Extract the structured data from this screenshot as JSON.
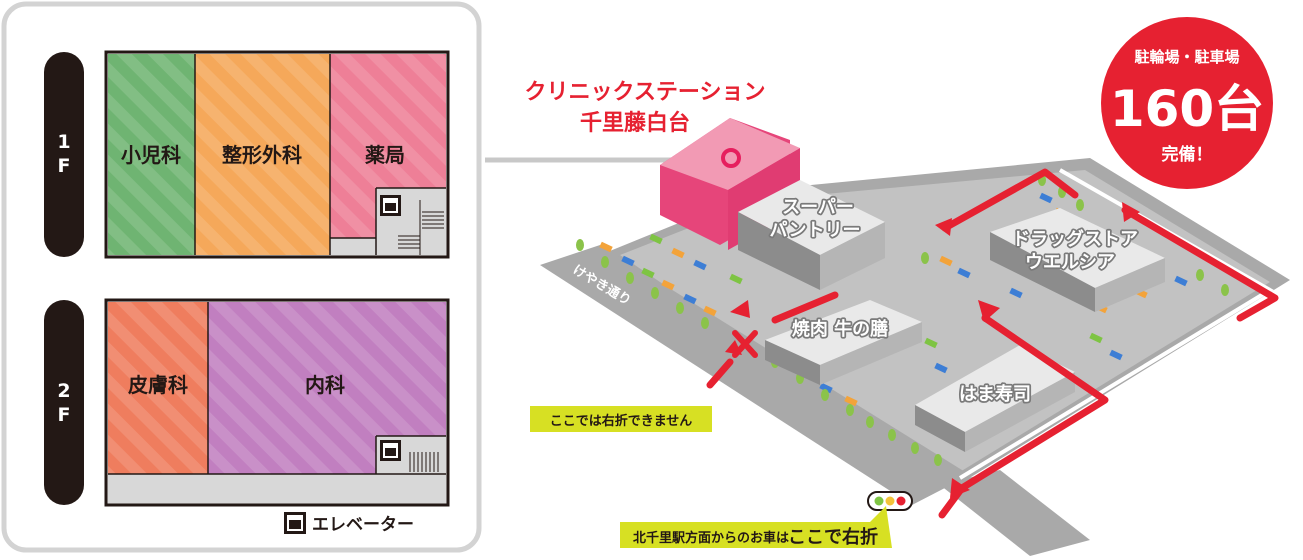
{
  "floors": [
    {
      "label_num": "1",
      "label_f": "F",
      "rooms": [
        "小児科",
        "整形外科",
        "薬局"
      ]
    },
    {
      "label_num": "2",
      "label_f": "F",
      "rooms": [
        "皮膚科",
        "内科"
      ]
    }
  ],
  "elevator_legend": "エレベーター",
  "clinic_name_line1": "クリニックステーション",
  "clinic_name_line2": "千里藤白台",
  "parking_badge": {
    "top": "駐輪場・駐車場",
    "number": "160台",
    "bottom": "完備！"
  },
  "stores": {
    "super_line1": "スーパー",
    "super_line2": "パントリー",
    "drug_line1": "ドラッグストア",
    "drug_line2": "ウエルシア",
    "yakiniku": "焼肉 牛の膳",
    "sushi": "はま寿司"
  },
  "street_name": "けやき通り",
  "notes": {
    "no_right_turn": "ここでは右折できません",
    "directions_prefix": "北千里駅方面からのお車は",
    "directions_emphasis": "ここで右折"
  },
  "colors": {
    "pediatrics": "#6fb472",
    "orthopedics": "#f5a85a",
    "pharmacy": "#ee7f97",
    "dermatology": "#ef7d5e",
    "internal": "#c17fc0",
    "accent_red": "#e62131",
    "note_yellow": "#d7e023"
  }
}
